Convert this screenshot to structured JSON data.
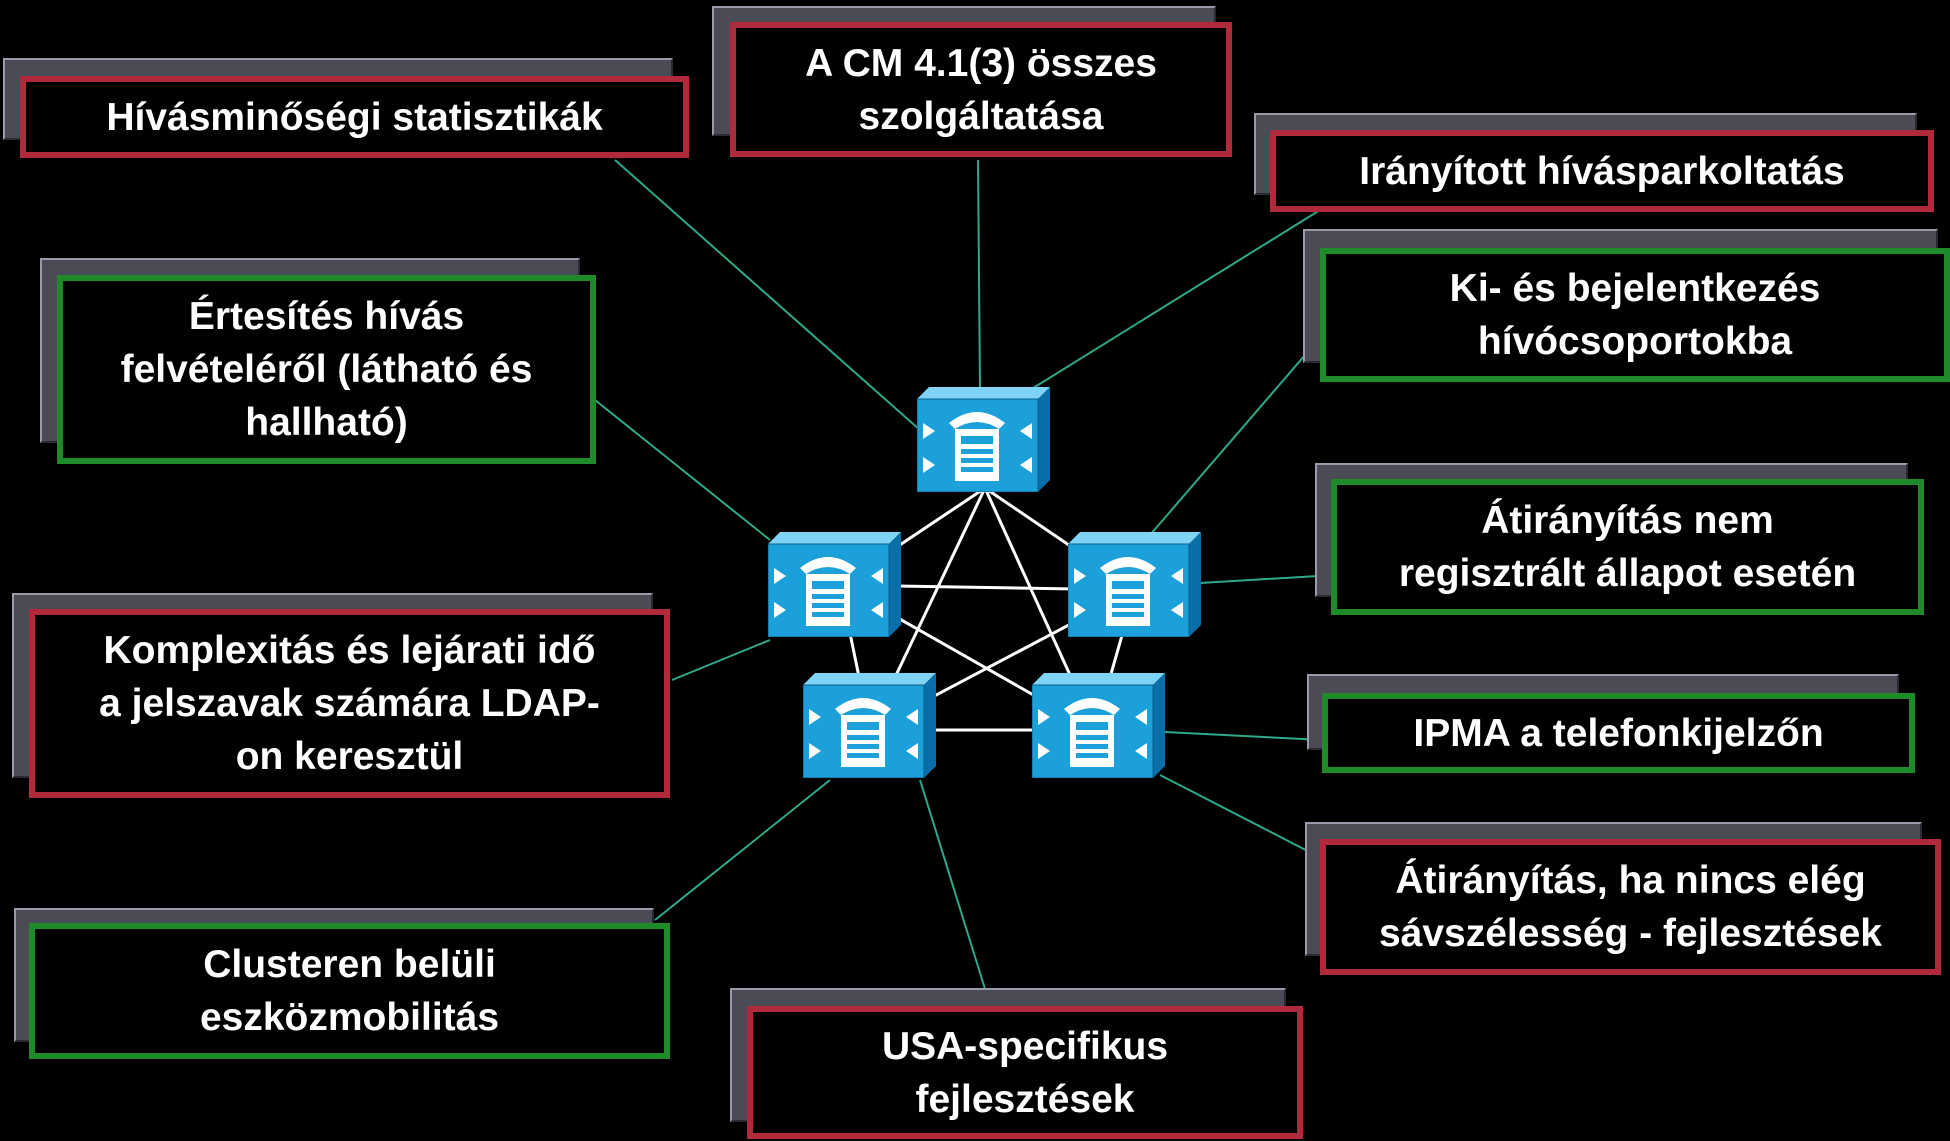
{
  "colors": {
    "red_border": "#b02a3c",
    "green_border": "#1f8a2a",
    "link": "#2fa88a",
    "mesh": "#ffffff"
  },
  "labels": {
    "call_quality": "Hívásminőségi statisztikák",
    "all_services": "A CM 4.1(3) összes\nszolgáltatása",
    "directed_park": "Irányított hívásparkoltatás",
    "notification": "Értesítés hívás\nfelvételéről (látható és\nhallható)",
    "login_hunt": "Ki- és bejelentkezés\nhívócsoportokba",
    "redirect_unregistered": "Átirányítás nem\nregisztrált állapot esetén",
    "ldap_passwords": "Komplexitás és lejárati idő\na jelszavak számára LDAP-\non keresztül",
    "ipma": "IPMA a telefonkijelzőn",
    "redirect_bandwidth": "Átirányítás, ha nincs elég\nsávszélesség - fejlesztések",
    "device_mobility": "Clusteren belüli\neszközmobilitás",
    "usa_specific": "USA-specifikus\nfejlesztések"
  },
  "nodes": [
    "call-manager-icon",
    "call-manager-icon",
    "call-manager-icon",
    "call-manager-icon",
    "call-manager-icon"
  ]
}
